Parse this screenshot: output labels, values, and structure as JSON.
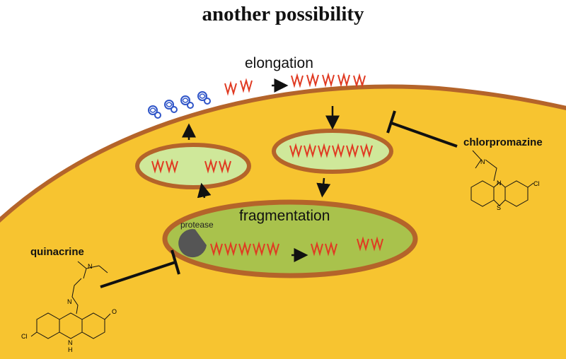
{
  "title": "another possibility",
  "labels": {
    "elongation": "elongation",
    "fragmentation": "fragmentation",
    "protease": "protease",
    "chlorpromazine": "chlorpromazine",
    "quinacrine": "quinacrine"
  },
  "atoms": {
    "chlor": {
      "N_ring": "N",
      "N_amine": "N",
      "S": "S",
      "Cl": "Cl"
    },
    "quin": {
      "N_amine": "N",
      "N_imine": "N",
      "NH": "N",
      "H": "H",
      "Cl": "Cl",
      "O": "O"
    }
  },
  "colors": {
    "cell": "#f7c430",
    "membrane": "#b4642a",
    "vesicle_fill": "#cfe89a",
    "large_vesicle_fill": "#a9c24c",
    "fibril": "#e03a22",
    "prion_native": "#2f55c8",
    "protease": "#555555",
    "arrow": "#111111",
    "inhibitor": "#111111"
  },
  "icons": {
    "protease": "pacman-protease-icon",
    "fibril": "zigzag-fibril-icon",
    "native_protein": "coiled-protein-icon"
  }
}
